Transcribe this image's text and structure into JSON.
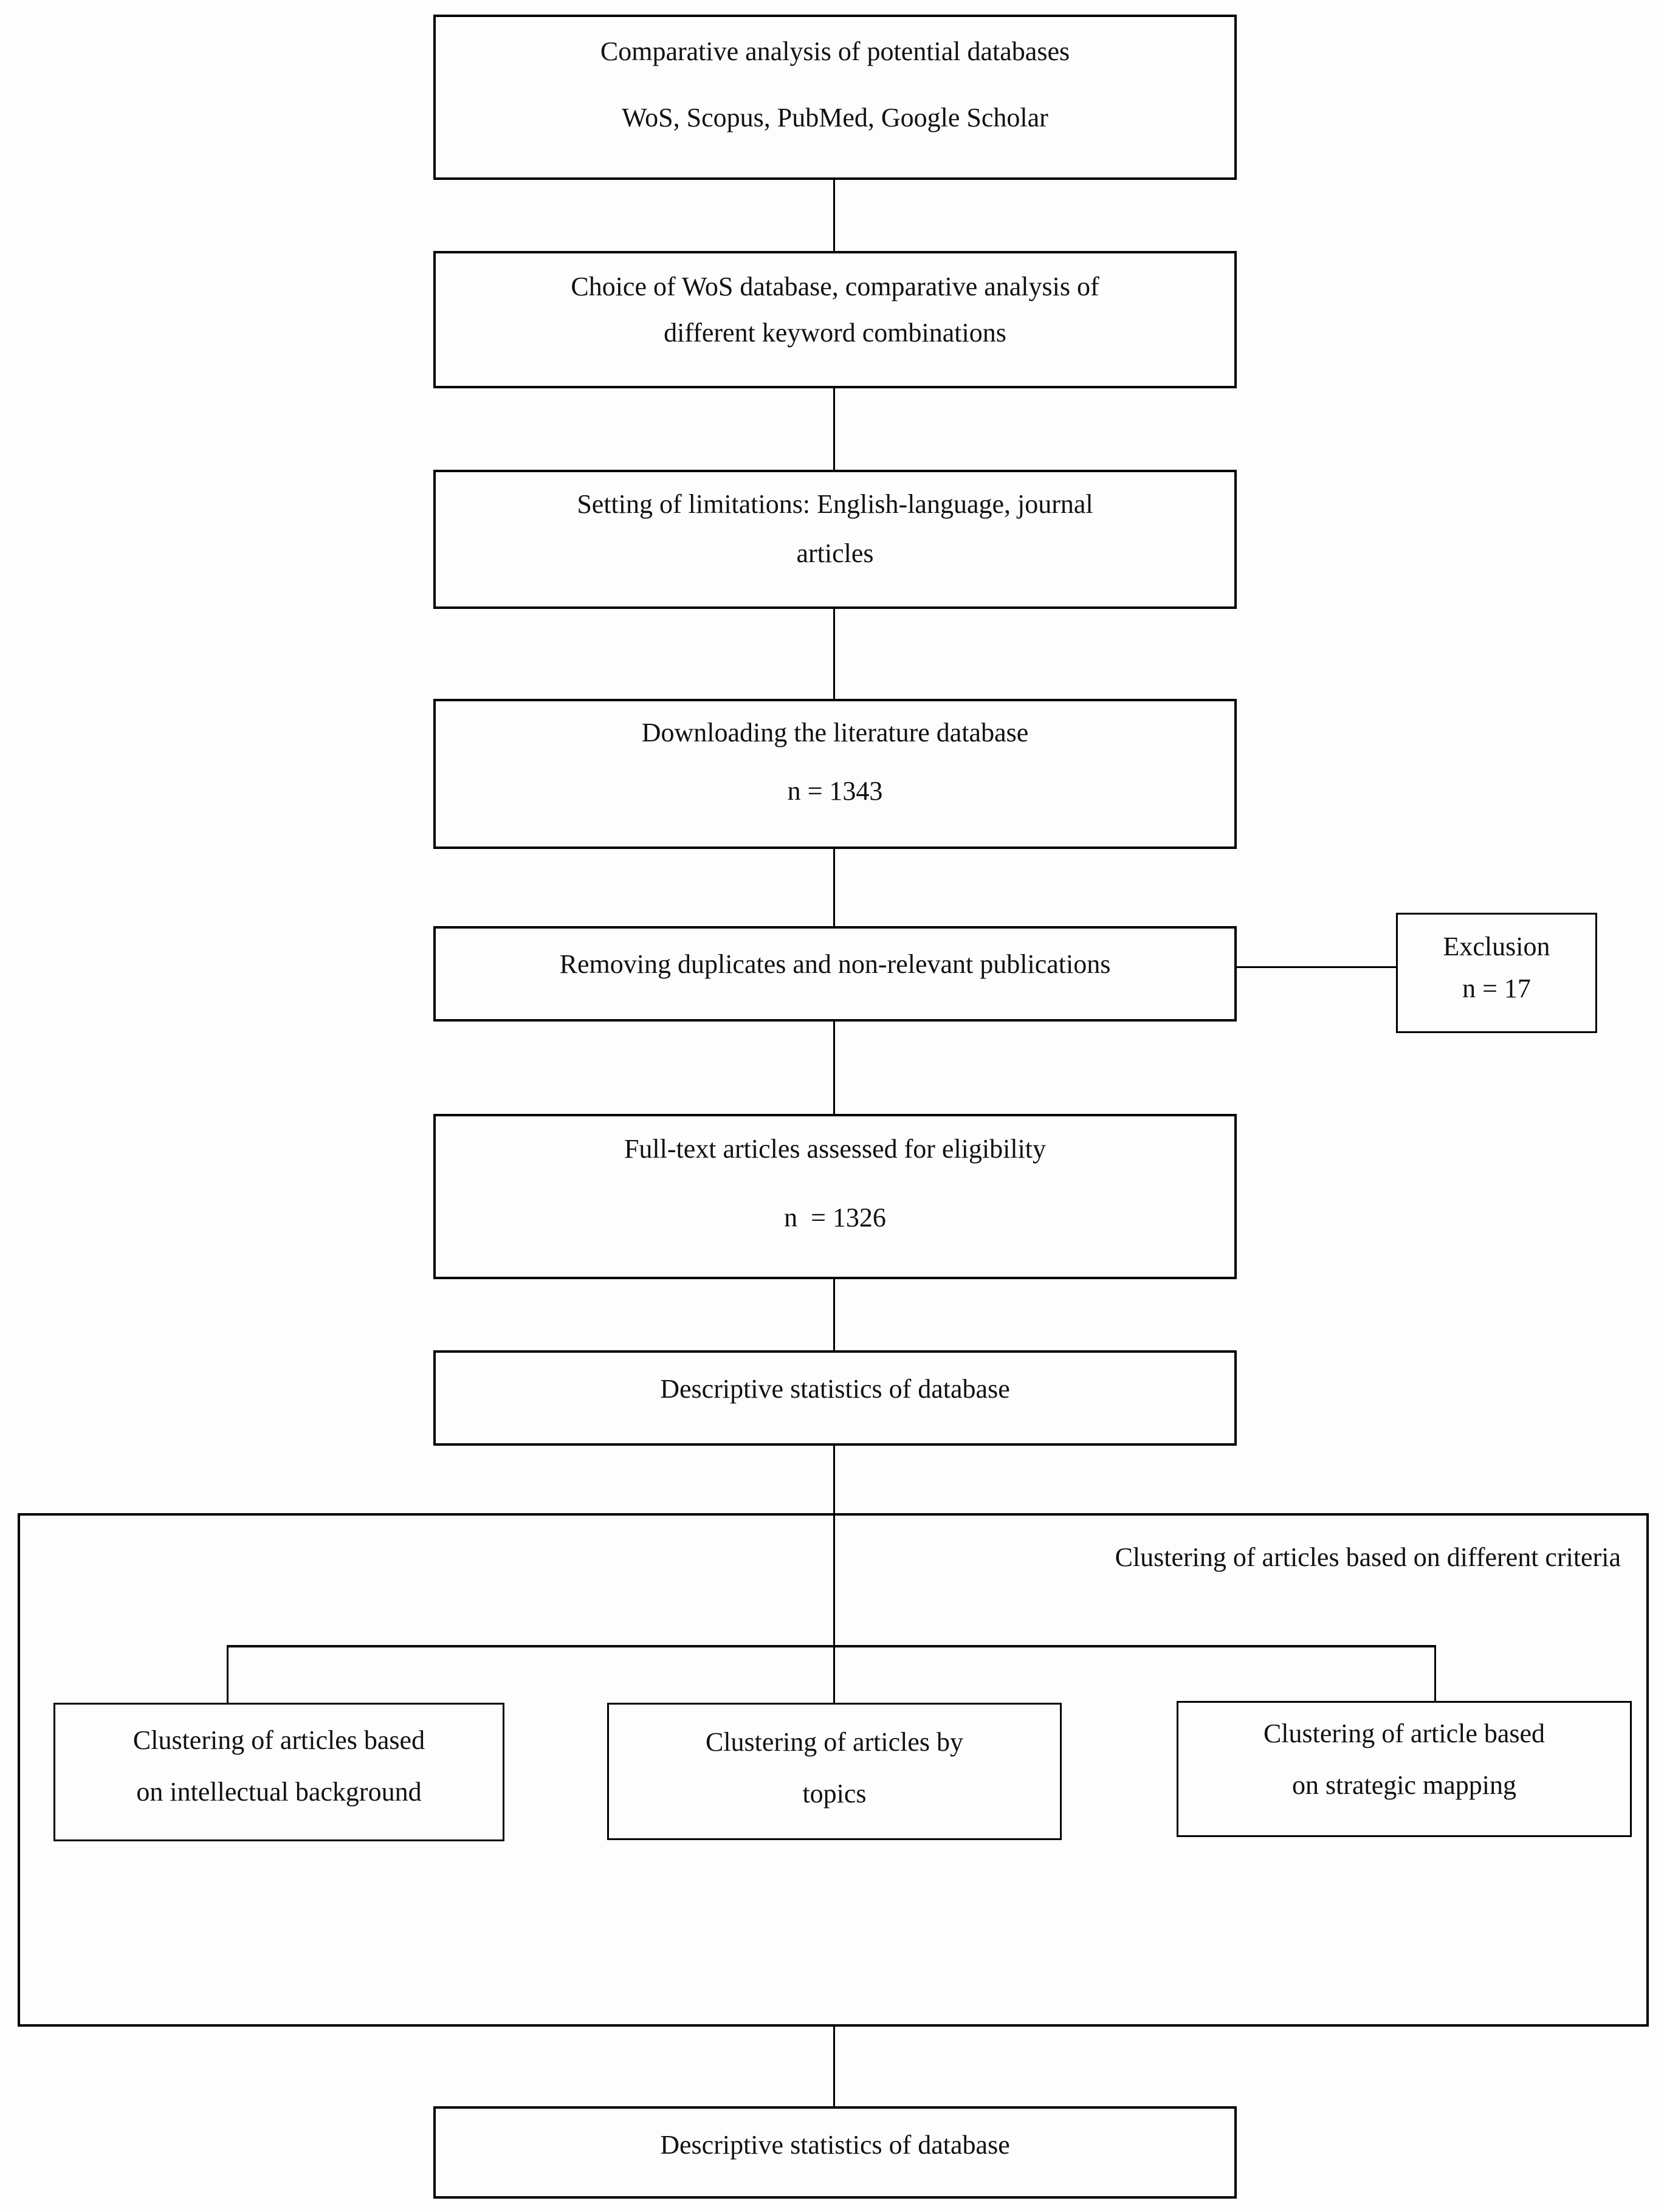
{
  "diagram": {
    "type": "flowchart",
    "background_color": "#fdfdfd",
    "stroke_color": "#000000",
    "nodes": {
      "comparative": {
        "lines": [
          "Comparative analysis of potential databases",
          "WoS, Scopus, PubMed, Google Scholar"
        ]
      },
      "choice": {
        "lines": [
          "Choice of WoS database, comparative analysis of",
          "different keyword combinations"
        ]
      },
      "limitations": {
        "lines": [
          "Setting of limitations: English-language, journal",
          "articles"
        ]
      },
      "downloading": {
        "lines": [
          "Downloading the literature database",
          "n = 1343"
        ]
      },
      "removing": {
        "lines": [
          "Removing duplicates and non-relevant publications"
        ]
      },
      "exclusion": {
        "lines": [
          "Exclusion",
          "n = 17"
        ]
      },
      "fulltext": {
        "lines": [
          "Full-text articles assessed for eligibility",
          "n  = 1326"
        ]
      },
      "descriptive": {
        "lines": [
          "Descriptive statistics of database"
        ]
      },
      "clustering_group": {
        "title": "Clustering of articles based on different criteria"
      },
      "cluster_intellectual": {
        "lines": [
          "Clustering of articles based",
          "on intellectual background"
        ]
      },
      "cluster_topics": {
        "lines": [
          "Clustering of articles by",
          "topics"
        ]
      },
      "cluster_strategic": {
        "lines": [
          "Clustering of article based",
          "on strategic mapping"
        ]
      },
      "descriptive_final": {
        "lines": [
          "Descriptive statistics of database"
        ]
      }
    },
    "edges": [
      {
        "from": "comparative",
        "to": "choice"
      },
      {
        "from": "choice",
        "to": "limitations"
      },
      {
        "from": "limitations",
        "to": "downloading"
      },
      {
        "from": "downloading",
        "to": "removing"
      },
      {
        "from": "removing",
        "to": "exclusion"
      },
      {
        "from": "removing",
        "to": "fulltext"
      },
      {
        "from": "fulltext",
        "to": "descriptive"
      },
      {
        "from": "descriptive",
        "to": "clustering_group"
      },
      {
        "from": "clustering_group",
        "to": "cluster_intellectual"
      },
      {
        "from": "clustering_group",
        "to": "cluster_topics"
      },
      {
        "from": "clustering_group",
        "to": "cluster_strategic"
      },
      {
        "from": "clustering_group",
        "to": "descriptive_final"
      }
    ]
  }
}
